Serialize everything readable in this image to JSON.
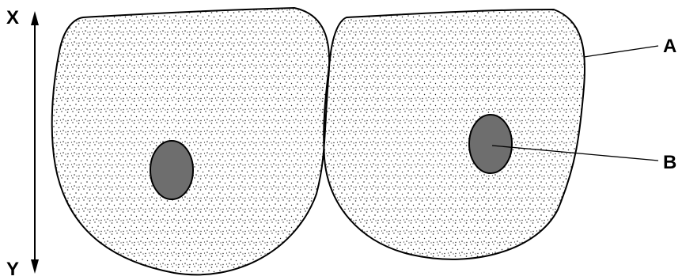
{
  "labels": {
    "axis_top": "X",
    "axis_bottom": "Y",
    "cell_wall": "A",
    "nucleus": "B"
  },
  "colors": {
    "background": "#ffffff",
    "outline": "#000000",
    "cytoplasm_fill": "#ffffff",
    "stipple": "#222222",
    "nucleus_fill": "#6e6e6e"
  }
}
